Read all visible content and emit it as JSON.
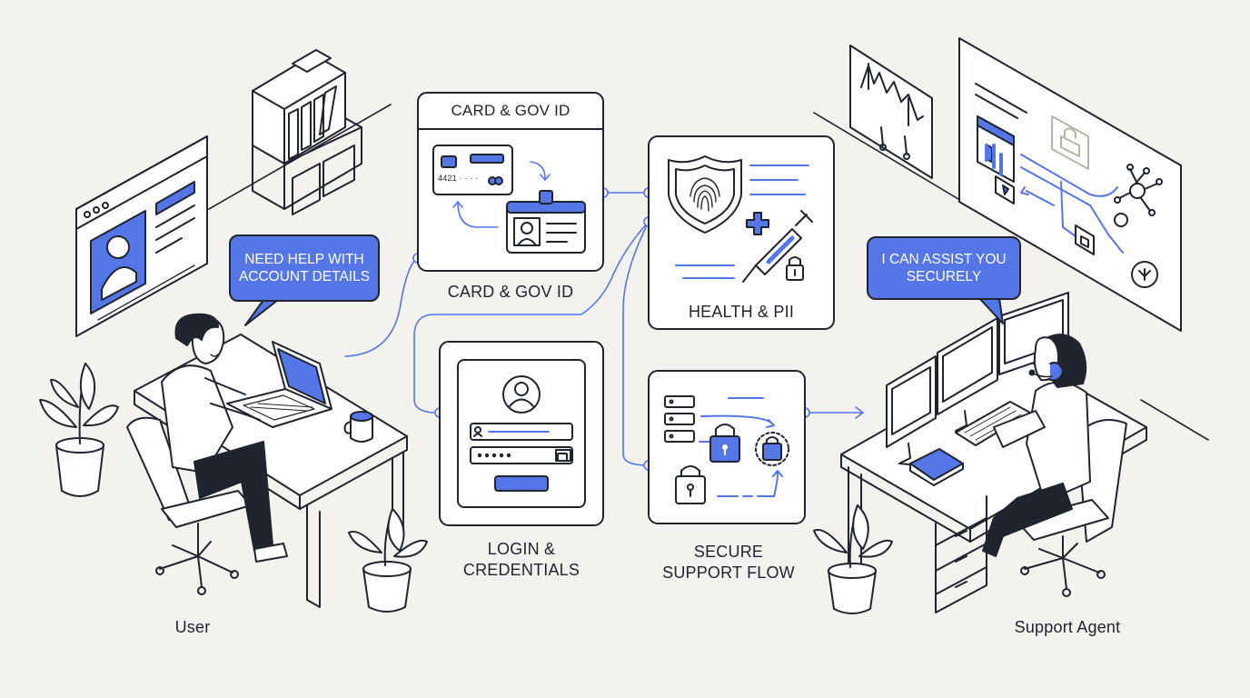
{
  "labels": {
    "card_box_title": "CARD & GOV ID",
    "card_caption": "CARD & GOV ID",
    "health_caption": "HEALTH & PII",
    "login_caption": "LOGIN &\nCREDENTIALS",
    "secure_caption": "SECURE\nSUPPORT FLOW",
    "user": "User",
    "agent": "Support Agent"
  },
  "bubbles": {
    "user": "NEED HELP WITH ACCOUNT DETAILS",
    "agent": "I CAN ASSIST YOU SECURELY"
  },
  "card": {
    "number": "4421 · · · ·"
  },
  "colors": {
    "accent": "#5476e6",
    "ink": "#20242f",
    "paper": "#f3f2ee",
    "panel": "#ffffff"
  },
  "icons": [
    "shield-fingerprint-icon",
    "medical-cross-icon",
    "syringe-icon",
    "padlock-icon",
    "user-avatar-icon",
    "server-stack-icon",
    "id-badge-icon",
    "credit-card-icon"
  ]
}
